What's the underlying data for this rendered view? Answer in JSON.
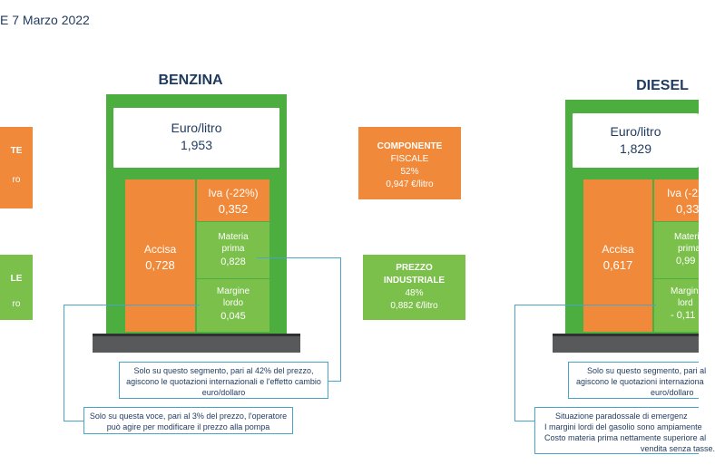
{
  "header": {
    "date_text": "E 7 Marzo 2022"
  },
  "left_partial": {
    "top_box_text": "TE",
    "top_box_sub": "ro",
    "bottom_box_text": "LE",
    "bottom_box_sub": "ro"
  },
  "benzina": {
    "title": "BENZINA",
    "display_label": "Euro/litro",
    "display_value": "1,953",
    "accisa_label": "Accisa",
    "accisa_value": "0,728",
    "iva_label": "Iva (-22%)",
    "iva_value": "0,352",
    "materia_label_1": "Materia",
    "materia_label_2": "prima",
    "materia_value": "0,828",
    "margine_label_1": "Margine",
    "margine_label_2": "lordo",
    "margine_value": "0,045"
  },
  "componente_fiscale": {
    "title_1": "COMPONENTE",
    "title_2": "FISCALE",
    "pct": "52%",
    "value": "0,947 €/litro",
    "color": "#f08a3a"
  },
  "prezzo_industriale": {
    "title_1": "PREZZO",
    "title_2": "INDUSTRIALE",
    "pct": "48%",
    "value": "0,882 €/litro",
    "color": "#7cc04c"
  },
  "callouts_benzina": {
    "segment_line_1": "Solo su questo segmento, pari al 42% del prezzo,",
    "segment_line_2": "agiscono le quotazioni internazionali e l'effetto cambio",
    "segment_line_3": "euro/dollaro",
    "voce_line_1": "Solo su questa voce, pari al 3% del prezzo, l'operatore",
    "voce_line_2": "può agire per modificare il prezzo alla pompa"
  },
  "diesel": {
    "title": "DIESEL",
    "display_label": "Euro/litro",
    "display_value": "1,829",
    "accisa_label": "Accisa",
    "accisa_value": "0,617",
    "iva_label": "Iva (-22",
    "iva_value": "0,33",
    "materia_label_1": "Materi",
    "materia_label_2": "prima",
    "materia_value": "0,99",
    "margine_label_1": "Margin",
    "margine_label_2": "lord",
    "margine_value": "- 0,11"
  },
  "callouts_diesel": {
    "segment_line_1": "Solo su questo segmento, pari al",
    "segment_line_2": "agiscono le quotazioni internaziona",
    "segment_line_3": "euro/dollaro",
    "emerg_line_1": "Situazione paradossale di emergenz",
    "emerg_line_2": "I margini lordi del gasolio sono ampiamente",
    "emerg_line_3": "Costo materia prima nettamente superiore al",
    "emerg_line_4": "vendita senza tasse."
  },
  "colors": {
    "accent_green": "#4cae3e",
    "orange": "#f08a3a",
    "light_green": "#7cc04c",
    "base_gray": "#58595b",
    "text_navy": "#1f3a5f",
    "callout_border": "#4aa3c9"
  }
}
